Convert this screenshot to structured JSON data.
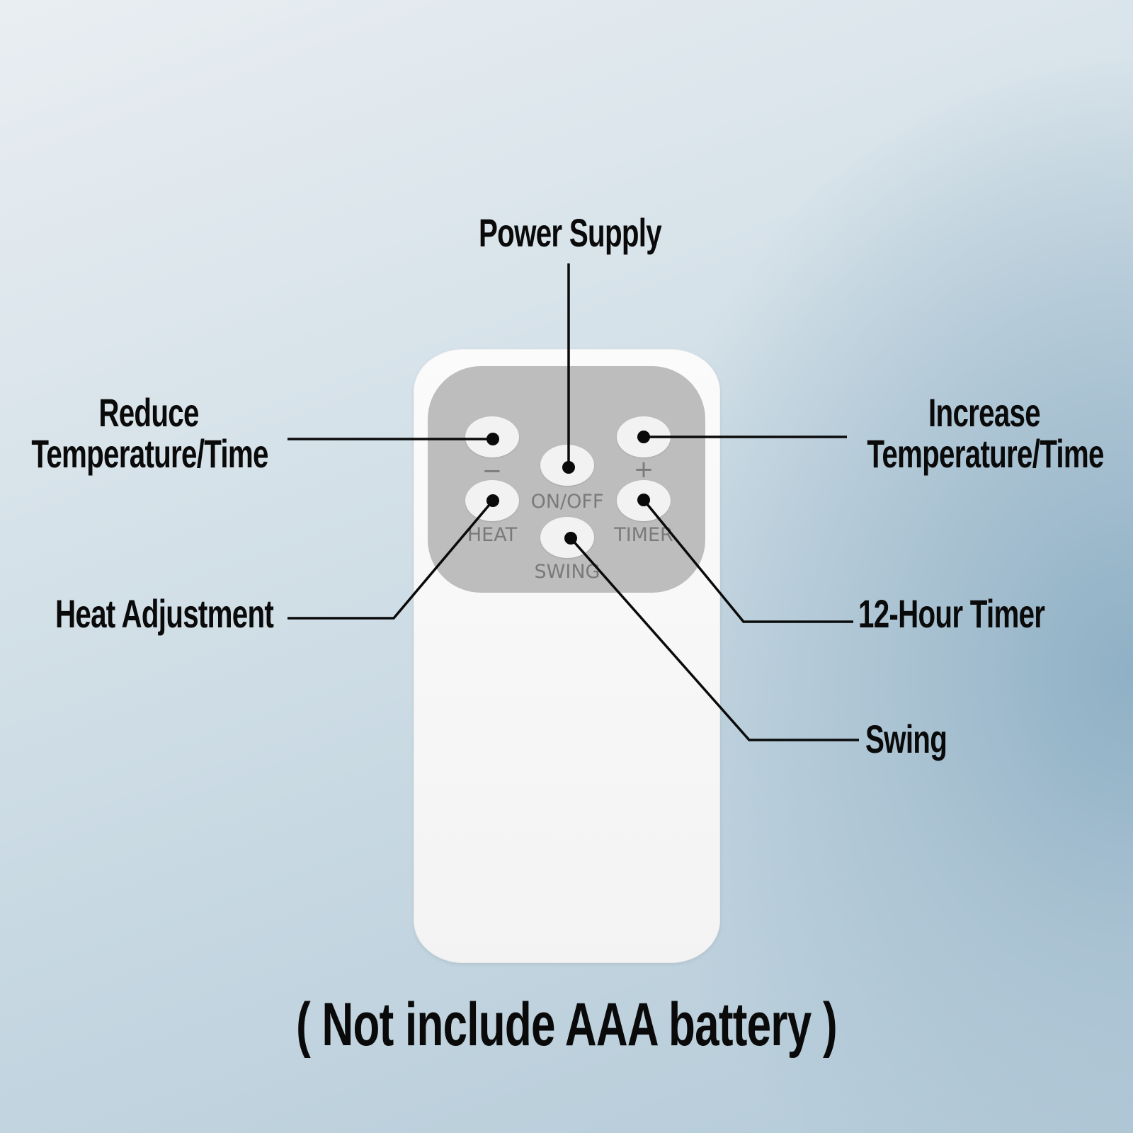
{
  "remote": {
    "buttons": {
      "minus_symbol": "−",
      "plus_symbol": "+",
      "on_off": "ON/OFF",
      "heat": "HEAT",
      "timer": "TIMER",
      "swing": "SWING"
    }
  },
  "callouts": {
    "power_supply": "Power Supply",
    "reduce_line1": "Reduce",
    "reduce_line2": "Temperature/Time",
    "increase_line1": "Increase",
    "increase_line2": "Temperature/Time",
    "heat_adjustment": "Heat Adjustment",
    "timer_12h": "12-Hour Timer",
    "swing": "Swing"
  },
  "footer_note": "( Not include AAA battery )",
  "colors": {
    "remote_body": "#f7f7f7",
    "button_panel": "#bdbdbd",
    "button_face": "#f2f2f2",
    "button_text": "#7a7a7a",
    "leader_line": "#0a0a0a"
  }
}
